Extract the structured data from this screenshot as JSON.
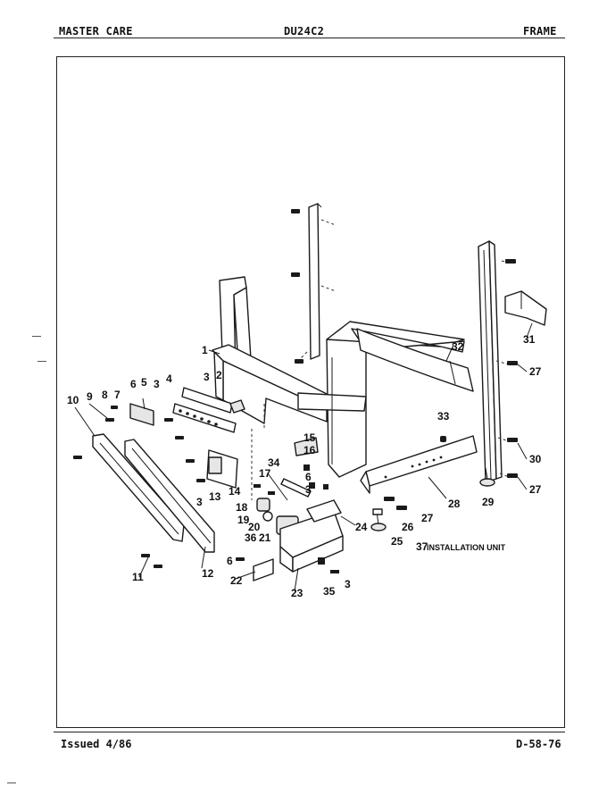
{
  "header": {
    "brand": "MASTER CARE",
    "model": "DU24C2",
    "section": "FRAME"
  },
  "footer": {
    "issued": "Issued 4/86",
    "page_code": "D-58-76"
  },
  "diagram": {
    "callouts": [
      "1",
      "2",
      "3",
      "3",
      "3",
      "3",
      "3",
      "4",
      "5",
      "6",
      "6",
      "6",
      "7",
      "8",
      "9",
      "10",
      "11",
      "12",
      "13",
      "14",
      "15",
      "16",
      "17",
      "18",
      "19",
      "20",
      "21",
      "22",
      "23",
      "24",
      "25",
      "26",
      "27",
      "27",
      "27",
      "28",
      "29",
      "30",
      "31",
      "32",
      "33",
      "34",
      "35",
      "36",
      "37"
    ],
    "note": "INSTALLATION UNIT"
  }
}
